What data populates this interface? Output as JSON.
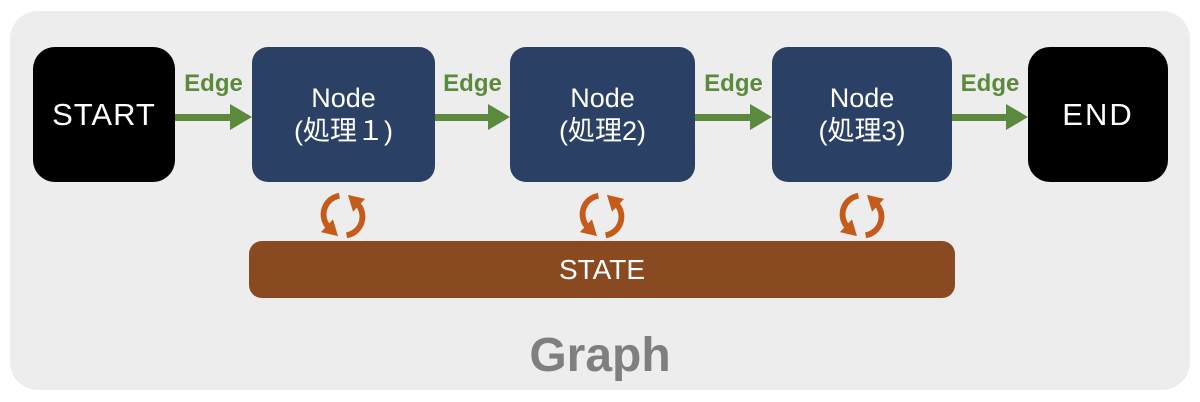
{
  "diagram": {
    "title": "Graph",
    "nodes": [
      {
        "id": "start",
        "type": "terminal",
        "label": "START"
      },
      {
        "id": "node1",
        "type": "process",
        "line1": "Node",
        "line2": "(処理１)"
      },
      {
        "id": "node2",
        "type": "process",
        "line1": "Node",
        "line2": "(処理2)"
      },
      {
        "id": "node3",
        "type": "process",
        "line1": "Node",
        "line2": "(処理3)"
      },
      {
        "id": "end",
        "type": "terminal",
        "label": "END"
      }
    ],
    "edges": [
      {
        "from": "start",
        "to": "node1",
        "label": "Edge"
      },
      {
        "from": "node1",
        "to": "node2",
        "label": "Edge"
      },
      {
        "from": "node2",
        "to": "node3",
        "label": "Edge"
      },
      {
        "from": "node3",
        "to": "end",
        "label": "Edge"
      }
    ],
    "state_bar": {
      "label": "STATE"
    },
    "sync_icons": [
      {
        "name": "sync-icon",
        "connects": "node1-state"
      },
      {
        "name": "sync-icon",
        "connects": "node2-state"
      },
      {
        "name": "sync-icon",
        "connects": "node3-state"
      }
    ],
    "colors": {
      "panel_background": "#EDEDED",
      "terminal_node": "#000000",
      "process_node": "#2B4065",
      "edge_green": "#5B8A3C",
      "sync_orange": "#C45B1B",
      "state_brown": "#8A4A21",
      "title_gray": "#7F7F7F",
      "text_white": "#FFFFFF"
    }
  }
}
